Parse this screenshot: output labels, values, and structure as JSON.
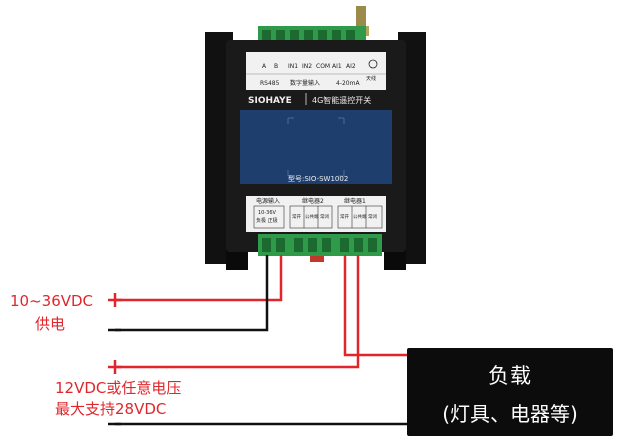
{
  "device": {
    "brand": "SIOHAYE",
    "product_name": "4G智能遥控开关",
    "model": "型号:SIO-SW1002",
    "antenna_label": "天线",
    "top_terminal_labels": [
      "A",
      "B",
      "IN1",
      "IN2",
      "COM",
      "AI1",
      "AI2"
    ],
    "top_group_labels": [
      "RS485",
      "数字量输入",
      "4-20mA"
    ],
    "bottom_group_labels": [
      "电源输入",
      "继电器2",
      "继电器1"
    ],
    "power_block": [
      "10-36V",
      "负极 正极"
    ],
    "relay_block_labels": [
      "常开",
      "公共端",
      "常闭",
      "常开",
      "公共端",
      "常闭"
    ]
  },
  "annotations": {
    "power_line1": "10~36VDC",
    "power_line2": "供电",
    "load_supply_line1": "12VDC或任意电压",
    "load_supply_line2": "最大支持28VDC",
    "plus_sign": "+",
    "minus_sign": "-"
  },
  "load": {
    "title": "负载",
    "subtitle": "(灯具、电器等)"
  },
  "colors": {
    "wire_red": "#e0262b",
    "wire_black": "#111111",
    "device_body": "#1a1a1a",
    "panel_blue": "#1e3f6e",
    "terminal_green": "#2f9a4a"
  }
}
